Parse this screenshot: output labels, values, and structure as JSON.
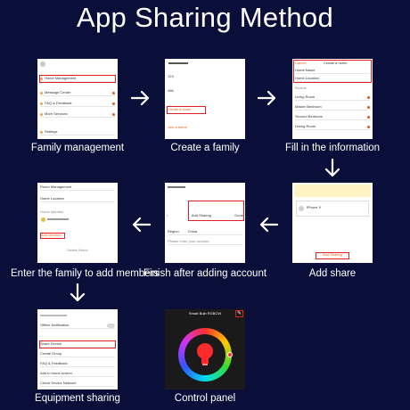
{
  "title": "App Sharing Method",
  "steps": [
    {
      "caption": "Family management"
    },
    {
      "caption": "Create a family"
    },
    {
      "caption": "Fill in the information"
    },
    {
      "caption": "Add share"
    },
    {
      "caption": "Finish after adding account"
    },
    {
      "caption": "Enter the family to add members"
    },
    {
      "caption": "Equipment sharing"
    },
    {
      "caption": "Control panel"
    }
  ],
  "screen1": {
    "items": [
      "Home Management",
      "Message Center",
      "FAQ & Feedback",
      "More Services",
      "Settings"
    ]
  },
  "screen2": {
    "items": [
      "123",
      "456"
    ],
    "create": "Create a home",
    "join": "Join a home"
  },
  "screen3": {
    "cancel": "Cancel",
    "header": "Create a home",
    "name_label": "Home Name",
    "location_label": "Home Location",
    "section": "Rooms",
    "rooms": [
      "Living Room",
      "Master Bedroom",
      "Second Bedroom",
      "Dining Room"
    ]
  },
  "screen4": {
    "device": "iPhone X",
    "button": "Add Sharing"
  },
  "screen5": {
    "header": "Add Sharing",
    "done": "Done",
    "region_label": "Region",
    "region_value": "China",
    "account_placeholder": "Please enter your account"
  },
  "screen6": {
    "items": [
      "Room Management",
      "Home Location",
      "Home Member"
    ],
    "add_member": "Add Member",
    "delete": "Delete Home"
  },
  "screen7": {
    "items": [
      "Offline Notification",
      "Share Device",
      "Create Group",
      "FAQ & Feedback",
      "Add to home screen",
      "Check Device Network"
    ]
  },
  "screen8": {
    "header": "Smart Bulb RGBCW"
  },
  "colors": {
    "background": "#0a0f3a",
    "highlight": "#e02020",
    "accent": "#e8611a"
  }
}
